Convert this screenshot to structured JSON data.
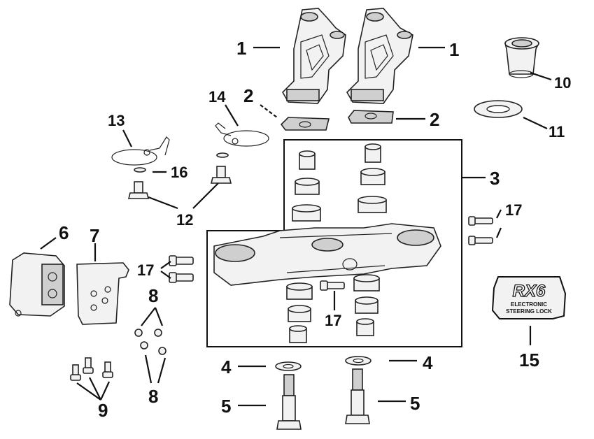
{
  "callouts": {
    "c1a": "1",
    "c1b": "1",
    "c2a": "2",
    "c2b": "2",
    "c3": "3",
    "c4a": "4",
    "c4b": "4",
    "c5a": "5",
    "c5b": "5",
    "c6": "6",
    "c7": "7",
    "c8a": "8",
    "c8b": "8",
    "c9": "9",
    "c10": "10",
    "c11": "11",
    "c12": "12",
    "c13": "13",
    "c14": "14",
    "c15": "15",
    "c16": "16",
    "c17a": "17",
    "c17b": "17",
    "c17c": "17"
  },
  "badge": {
    "logo": "RX6",
    "line1": "ELECTRONIC",
    "line2": "STEERING LOCK"
  }
}
